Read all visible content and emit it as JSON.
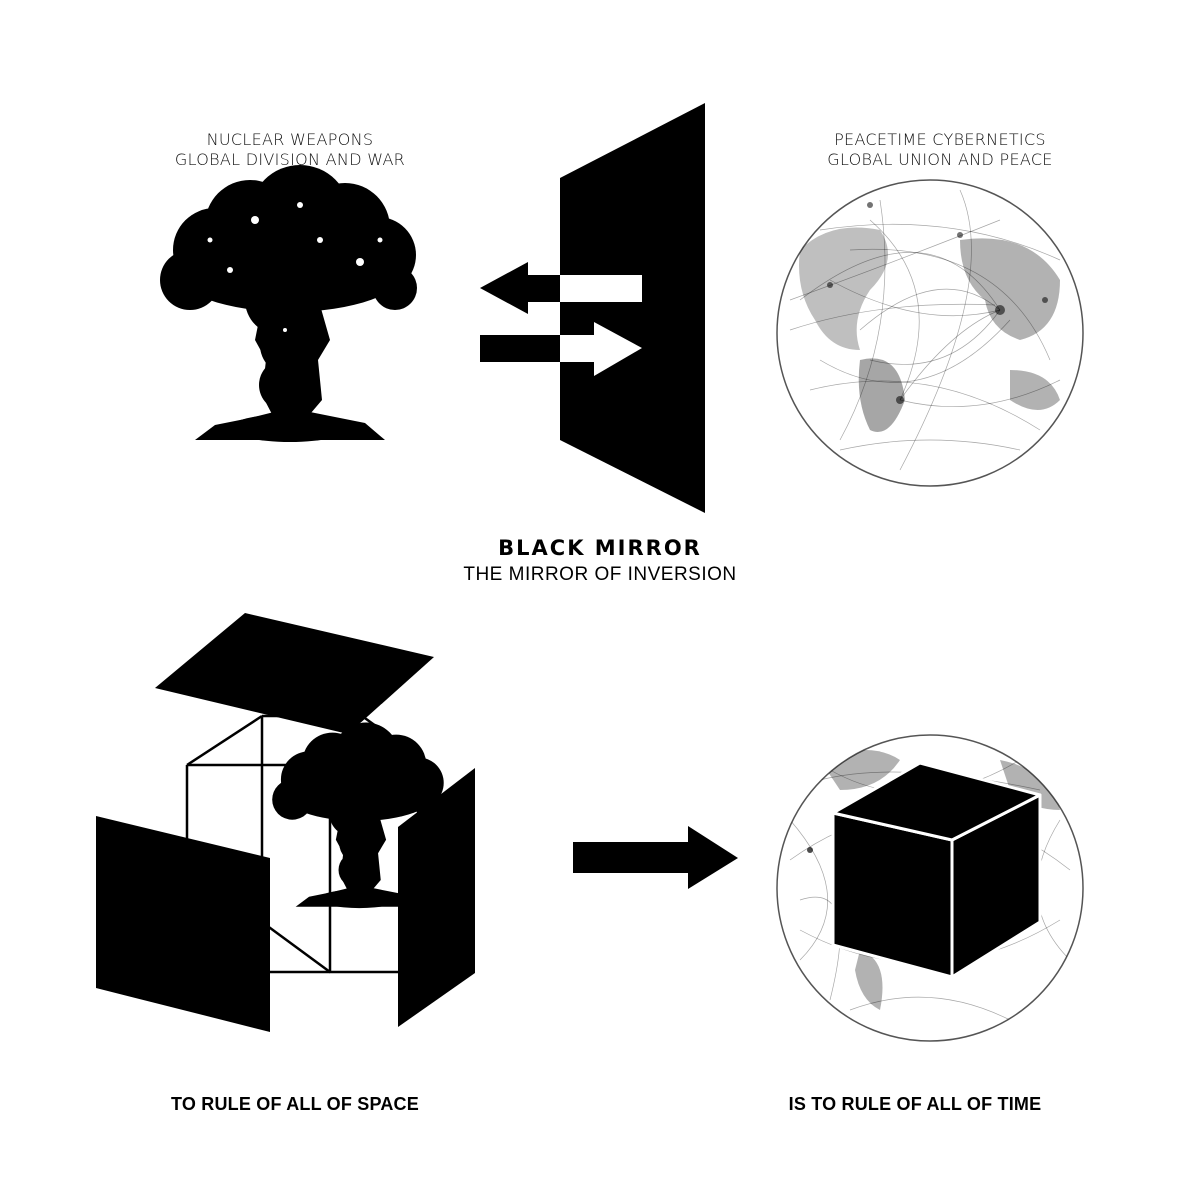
{
  "top_left": {
    "line1": "NUCLEAR WEAPONS",
    "line2": "GLOBAL DIVISION AND WAR",
    "image": "mushroom-cloud"
  },
  "top_right": {
    "line1": "PEACETIME CYBERNETICS",
    "line2": "GLOBAL UNION AND PEACE",
    "image": "network-globe"
  },
  "center": {
    "title": "BLACK MIRROR",
    "subtitle": "THE MIRROR OF INVERSION"
  },
  "bottom_left": {
    "caption": "TO RULE OF ALL OF SPACE",
    "image": "exploded-cube-with-mushroom-cloud"
  },
  "bottom_right": {
    "caption": "IS TO RULE OF ALL OF TIME",
    "image": "black-cube-on-network-globe"
  },
  "colors": {
    "ink": "#000000",
    "paper": "#ffffff"
  }
}
